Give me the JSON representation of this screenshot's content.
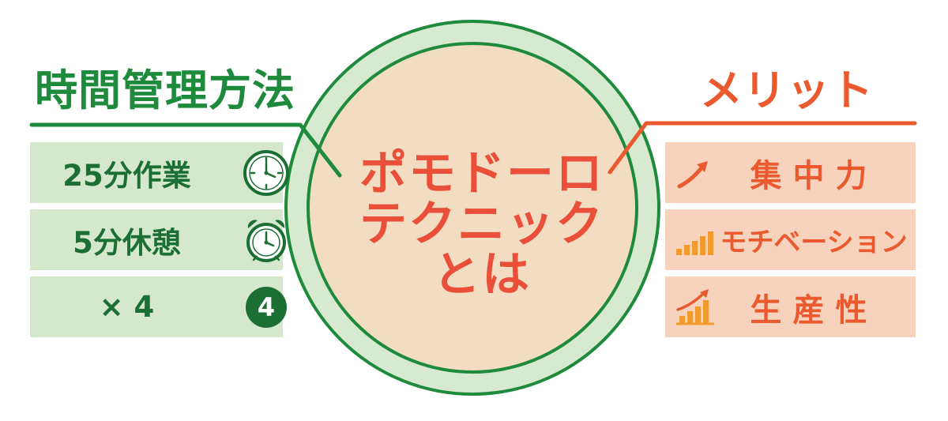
{
  "title": {
    "line1": "ポモドーロ",
    "line2": "テクニック",
    "line3": "とは"
  },
  "left": {
    "heading": "時間管理方法",
    "items": [
      {
        "label": "25分作業",
        "icon": "clock-icon"
      },
      {
        "label": "5分休憩",
        "icon": "alarm-clock-icon"
      },
      {
        "label": "× 4",
        "icon": "number-badge-icon",
        "badge": "4"
      }
    ]
  },
  "right": {
    "heading": "メリット",
    "items": [
      {
        "label": "集中力",
        "icon": "trend-up-arrow-icon"
      },
      {
        "label": "モチベーション",
        "icon": "bar-chart-icon"
      },
      {
        "label": "生産性",
        "icon": "growth-chart-icon"
      }
    ]
  },
  "colors": {
    "green": "#1d8a3c",
    "green_light": "#d5e8cb",
    "orange": "#ea5a2e",
    "orange_light": "#f7d2bd",
    "circle_fill": "#f2dcc2",
    "circle_ring": "#d7e9cf"
  }
}
